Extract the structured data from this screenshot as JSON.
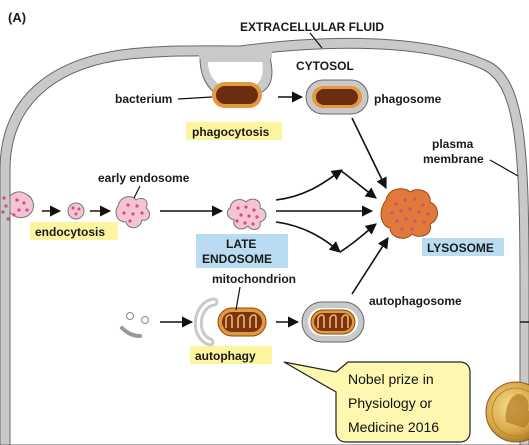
{
  "panel_label": "(A)",
  "labels": {
    "extracellular_fluid": "EXTRACELLULAR FLUID",
    "cytosol": "CYTOSOL",
    "bacterium": "bacterium",
    "phagosome": "phagosome",
    "phagocytosis": "phagocytosis",
    "plasma_membrane_line1": "plasma",
    "plasma_membrane_line2": "membrane",
    "early_endosome": "early endosome",
    "endocytosis": "endocytosis",
    "late_endosome_line1": "LATE",
    "late_endosome_line2": "ENDOSOME",
    "lysosome": "LYSOSOME",
    "mitochondrion": "mitochondrion",
    "autophagosome": "autophagosome",
    "autophagy": "autophagy"
  },
  "callout": {
    "lines": [
      "Nobel prize in",
      "Physiology or",
      "Medicine 2016"
    ]
  },
  "colors": {
    "membrane": "#c9c9c9",
    "membrane_edge": "#555555",
    "text_highlight": "#fbf5a0",
    "lysosome_label_bg": "#b9dcf3",
    "bacterium_fill": "#6b2d10",
    "bacterium_ring": "#e39a3c",
    "cargo_pink": "#d84a7a",
    "lysosome_fill": "#e07a3a",
    "callout_fill": "#fdf7b0",
    "medal_gold": "#d8a84a"
  },
  "icons": [
    "nobel-medal-icon"
  ]
}
